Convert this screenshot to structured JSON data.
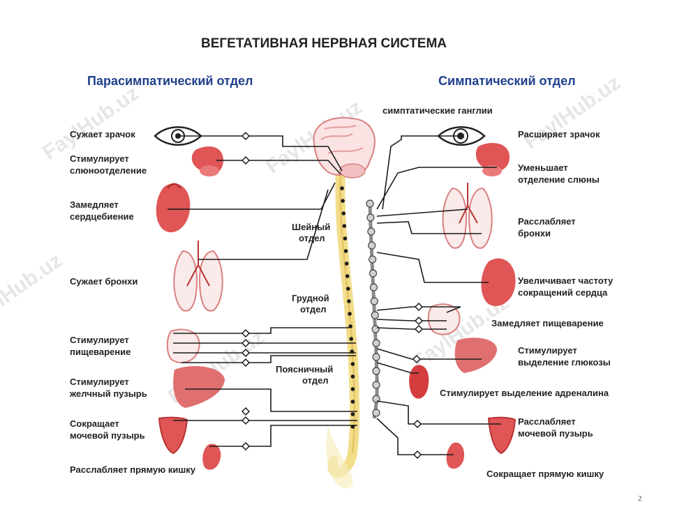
{
  "title": "ВЕГЕТАТИВНАЯ НЕРВНАЯ СИСТЕМА",
  "left_section": "Парасимпатический отдел",
  "right_section": "Симпатический отдел",
  "ganglia_label": "симптатические ганглии",
  "spine_labels": {
    "cervical": [
      "Шейный",
      "отдел"
    ],
    "thoracic": [
      "Грудной",
      "отдел"
    ],
    "lumbar": [
      "Поясничный",
      "отдел"
    ]
  },
  "left_labels": [
    {
      "lines": [
        "Сужает зрачок"
      ]
    },
    {
      "lines": [
        "Стимулирует",
        "слюноотделение"
      ]
    },
    {
      "lines": [
        "Замедляет",
        "сердцебиение"
      ]
    },
    {
      "lines": [
        "Сужает бронхи"
      ]
    },
    {
      "lines": [
        "Стимулирует",
        "пищеварение"
      ]
    },
    {
      "lines": [
        "Стимулирует",
        "желчный пузырь"
      ]
    },
    {
      "lines": [
        "Сокращает",
        "мочевой пузырь"
      ]
    },
    {
      "lines": [
        "Расслабляет прямую кишку"
      ]
    }
  ],
  "right_labels": [
    {
      "lines": [
        "Расширяет зрачок"
      ]
    },
    {
      "lines": [
        "Уменьшает",
        "отделение слюны"
      ]
    },
    {
      "lines": [
        "Расслабляет",
        "бронхи"
      ]
    },
    {
      "lines": [
        "Увеличивает частоту",
        "сокращений сердца"
      ]
    },
    {
      "lines": [
        "Замедляет пищеварение"
      ]
    },
    {
      "lines": [
        "Стимулирует",
        "выделение глюкозы"
      ]
    },
    {
      "lines": [
        "Стимулирует выделение адреналина"
      ]
    },
    {
      "lines": [
        "Расслабляет",
        "мочевой пузырь"
      ]
    },
    {
      "lines": [
        "Сокращает прямую кишку"
      ]
    }
  ],
  "watermark": "FaylHub.uz",
  "page_number": "2",
  "colors": {
    "accent": "#1f3f8c",
    "organ": "#e05555",
    "spine": "#f2dd8a",
    "nerve": "#1a1a1a"
  }
}
